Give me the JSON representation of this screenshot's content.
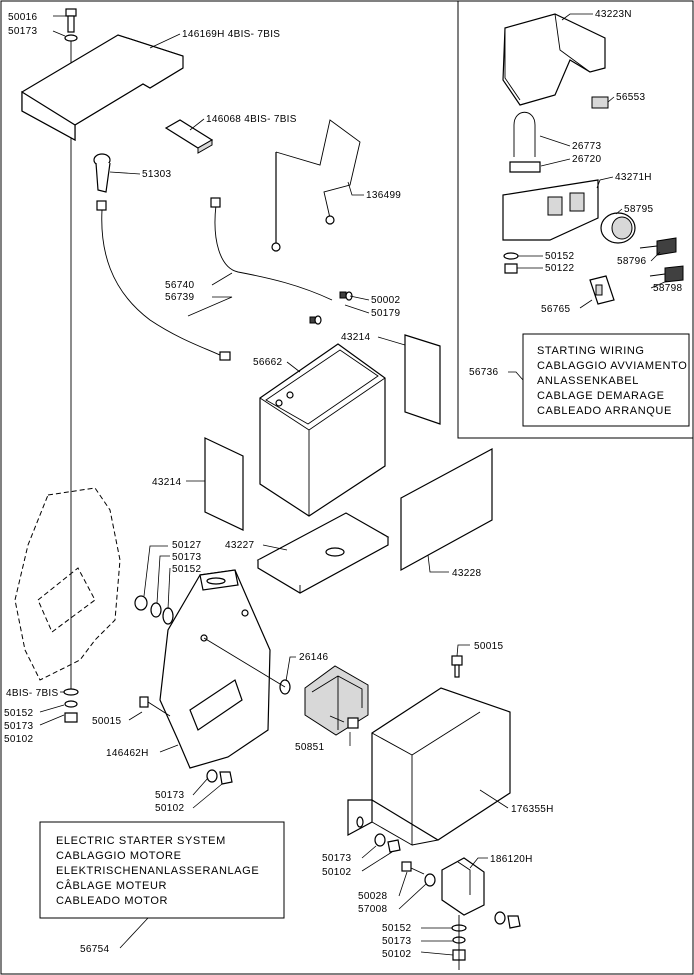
{
  "callouts": [
    {
      "id": "c01",
      "text": "50016"
    },
    {
      "id": "c02",
      "text": "50173"
    },
    {
      "id": "c03",
      "text": "146169H 4BIS- 7BIS"
    },
    {
      "id": "c04",
      "text": "146068 4BIS- 7BIS"
    },
    {
      "id": "c05",
      "text": "51303"
    },
    {
      "id": "c06",
      "text": "136499"
    },
    {
      "id": "c07",
      "text": "56740"
    },
    {
      "id": "c08",
      "text": "56739"
    },
    {
      "id": "c09",
      "text": "50002"
    },
    {
      "id": "c10",
      "text": "50179"
    },
    {
      "id": "c11",
      "text": "43214"
    },
    {
      "id": "c12",
      "text": "56662"
    },
    {
      "id": "c13",
      "text": "43214"
    },
    {
      "id": "c14",
      "text": "43227"
    },
    {
      "id": "c15",
      "text": "43228"
    },
    {
      "id": "c16",
      "text": "50127"
    },
    {
      "id": "c17",
      "text": "50173"
    },
    {
      "id": "c18",
      "text": "50152"
    },
    {
      "id": "c19",
      "text": "26146"
    },
    {
      "id": "c20",
      "text": "50015"
    },
    {
      "id": "c21",
      "text": "146462H"
    },
    {
      "id": "c22",
      "text": "50851"
    },
    {
      "id": "c23",
      "text": "50015"
    },
    {
      "id": "c24",
      "text": "176355H"
    },
    {
      "id": "c25",
      "text": "50173"
    },
    {
      "id": "c26",
      "text": "50102"
    },
    {
      "id": "c27",
      "text": "4BIS- 7BIS"
    },
    {
      "id": "c28",
      "text": "50152"
    },
    {
      "id": "c29",
      "text": "50173"
    },
    {
      "id": "c30",
      "text": "50102"
    },
    {
      "id": "c31",
      "text": "50173"
    },
    {
      "id": "c32",
      "text": "50102"
    },
    {
      "id": "c33",
      "text": "186120H"
    },
    {
      "id": "c34",
      "text": "50028"
    },
    {
      "id": "c35",
      "text": "57008"
    },
    {
      "id": "c36",
      "text": "50152"
    },
    {
      "id": "c37",
      "text": "50173"
    },
    {
      "id": "c38",
      "text": "50102"
    },
    {
      "id": "c39",
      "text": "56754"
    },
    {
      "id": "c40",
      "text": "43223N"
    },
    {
      "id": "c41",
      "text": "56553"
    },
    {
      "id": "c42",
      "text": "26773"
    },
    {
      "id": "c43",
      "text": "26720"
    },
    {
      "id": "c44",
      "text": "43271H"
    },
    {
      "id": "c45",
      "text": "58795"
    },
    {
      "id": "c46",
      "text": "50152"
    },
    {
      "id": "c47",
      "text": "50122"
    },
    {
      "id": "c48",
      "text": "58796"
    },
    {
      "id": "c49",
      "text": "58798"
    },
    {
      "id": "c50",
      "text": "56765"
    },
    {
      "id": "c51",
      "text": "56736"
    }
  ],
  "starting_wiring_box": {
    "lines": [
      "STARTING  WIRING",
      "CABLAGGIO  AVVIAMENTO",
      "ANLASSENKABEL",
      "CABLAGE  DEMARAGE",
      "CABLEADO  ARRANQUE"
    ]
  },
  "electric_starter_box": {
    "lines": [
      "ELECTRIC  STARTER  SYSTEM",
      "CABLAGGIO  MOTORE",
      "ELEKTRISCHENANLASSERANLAGE",
      "CÂBLAGE  MOTEUR",
      "CABLEADO  MOTOR"
    ]
  }
}
